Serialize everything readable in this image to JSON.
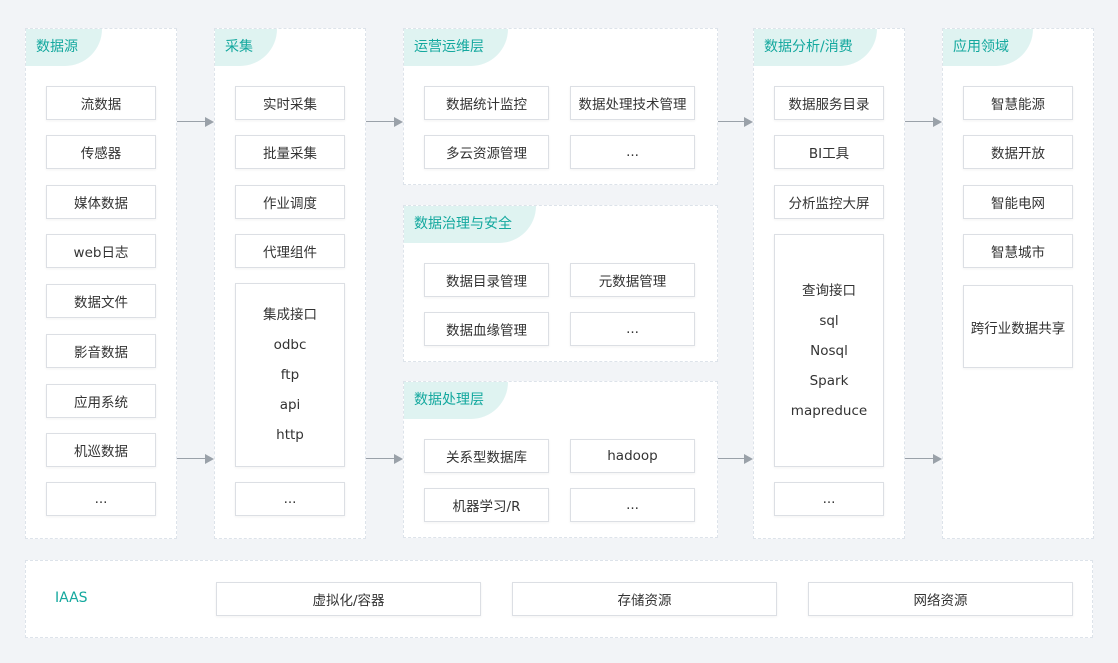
{
  "columns": {
    "source": {
      "title": "数据源",
      "items": [
        "流数据",
        "传感器",
        "媒体数据",
        "web日志",
        "数据文件",
        "影音数据",
        "应用系统",
        "机巡数据",
        "..."
      ]
    },
    "collect": {
      "title": "采集",
      "items": [
        "实时采集",
        "批量采集",
        "作业调度",
        "代理组件"
      ],
      "interface": [
        "集成接口",
        "odbc",
        "ftp",
        "api",
        "http"
      ],
      "more": "..."
    },
    "ops": {
      "title": "运营运维层",
      "items": [
        "数据统计监控",
        "数据处理技术管理",
        "多云资源管理",
        "..."
      ]
    },
    "governance": {
      "title": "数据治理与安全",
      "items": [
        "数据目录管理",
        "元数据管理",
        "数据血缘管理",
        "..."
      ]
    },
    "processing": {
      "title": "数据处理层",
      "items": [
        "关系型数据库",
        "hadoop",
        "机器学习/R",
        "..."
      ]
    },
    "analysis": {
      "title": "数据分析/消费",
      "items": [
        "数据服务目录",
        "BI工具",
        "分析监控大屏"
      ],
      "query": [
        "查询接口",
        "sql",
        "Nosql",
        "Spark",
        "mapreduce"
      ],
      "more": "..."
    },
    "apps": {
      "title": "应用领域",
      "items": [
        "智慧能源",
        "数据开放",
        "智能电网",
        "智慧城市",
        "跨行业数据共享"
      ]
    }
  },
  "iaas": {
    "label": "IAAS",
    "items": [
      "虚拟化/容器",
      "存储资源",
      "网络资源"
    ]
  }
}
